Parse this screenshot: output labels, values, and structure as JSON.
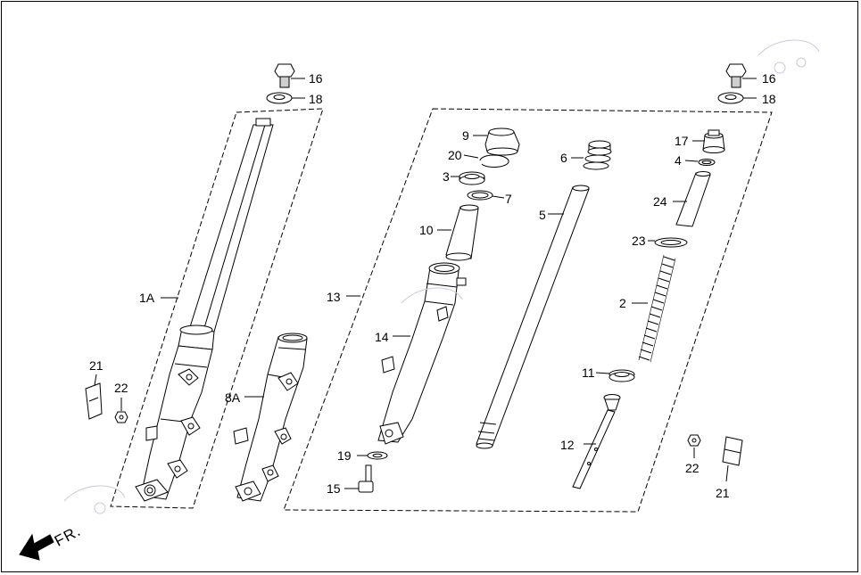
{
  "direction_label": "FR.",
  "callouts": {
    "c16a": "16",
    "c18a": "18",
    "c1A": "1A",
    "c21a": "21",
    "c22a": "22",
    "c8A": "8A",
    "c13": "13",
    "c14": "14",
    "c9": "9",
    "c20": "20",
    "c3": "3",
    "c7": "7",
    "c10": "10",
    "c19": "19",
    "c15": "15",
    "c6": "6",
    "c5": "5",
    "c17": "17",
    "c4": "4",
    "c24": "24",
    "c23": "23",
    "c2": "2",
    "c11": "11",
    "c12": "12",
    "c16b": "16",
    "c18b": "18",
    "c22b": "22",
    "c21b": "21"
  },
  "colors": {
    "line": "#000000",
    "part_fill": "#ffffff",
    "shade": "#cfcfcf",
    "watermark": "#c9c9d6"
  }
}
